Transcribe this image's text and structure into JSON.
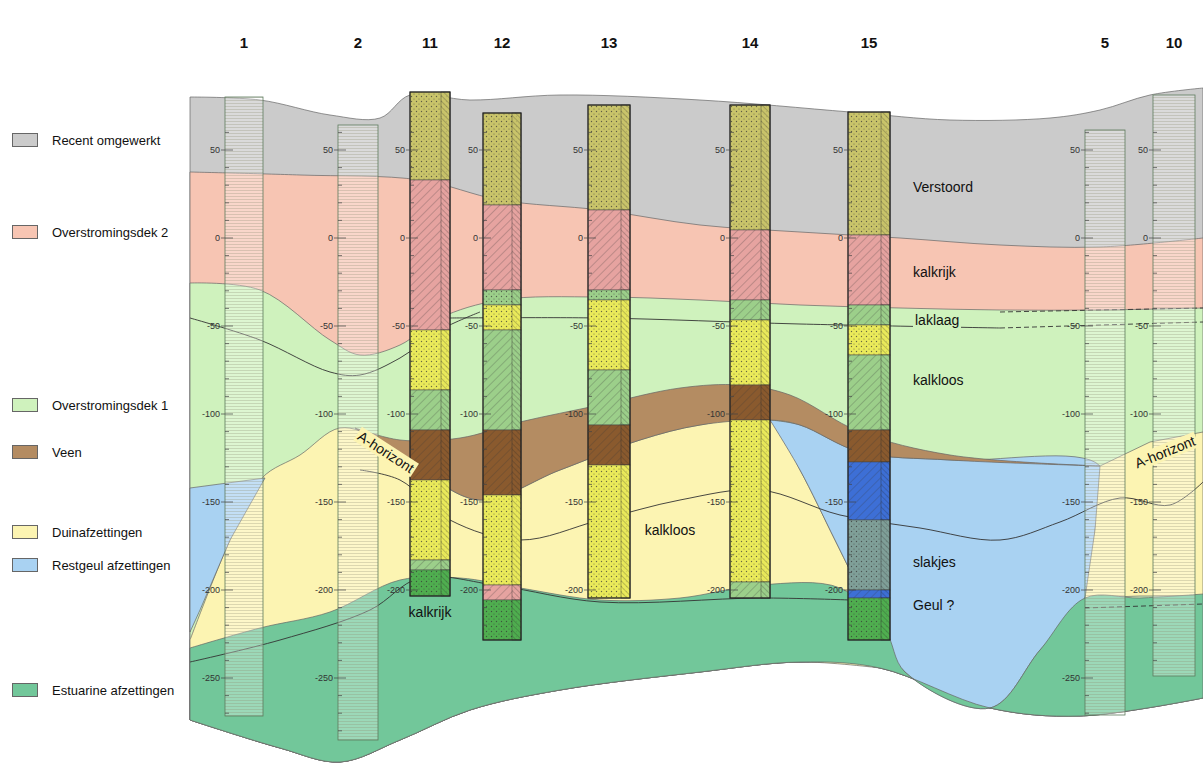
{
  "diagram": {
    "labels": [
      "1",
      "2",
      "11",
      "12",
      "13",
      "14",
      "15",
      "5",
      "10",
      "Verstoord",
      "kalkrijk",
      "laklaag",
      "kalkloos",
      "slakjes",
      "Geul ?",
      "A-horizont",
      "kalkloos",
      "A-horizont",
      "kalkrijk",
      "50",
      "0",
      "-50",
      "-100",
      "-150",
      "-200",
      "-250",
      "50",
      "0",
      "-50",
      "-100",
      "-150",
      "-200",
      "-250",
      "50",
      "0",
      "-50",
      "-100",
      "-150",
      "-200",
      "50",
      "0",
      "-50",
      "-100",
      "-150",
      "-200",
      "50",
      "0",
      "-50",
      "-100",
      "-150",
      "-200",
      "50",
      "0",
      "-50",
      "-100",
      "-150",
      "-200",
      "50",
      "0",
      "-50",
      "-100",
      "-150",
      "-200",
      "50",
      "0",
      "-50",
      "-100",
      "-150",
      "-200",
      "-250",
      "50",
      "0",
      "-50",
      "-100",
      "-150",
      "-200"
    ],
    "legend": [
      {
        "text": "Recent omgewerkt",
        "color": "#cbcbcb"
      },
      {
        "text": "Overstromingsdek 2",
        "color": "#f7c5b3"
      },
      {
        "text": "Overstromingsdek 1",
        "color": "#cff2bd"
      },
      {
        "text": "Veen",
        "color": "#b48c62"
      },
      {
        "text": "Duinafzettingen",
        "color": "#fcf4b2"
      },
      {
        "text": "Restgeul afzettingen",
        "color": "#a9d2f2"
      },
      {
        "text": "Estuarine afzettingen",
        "color": "#72c79a"
      }
    ]
  }
}
